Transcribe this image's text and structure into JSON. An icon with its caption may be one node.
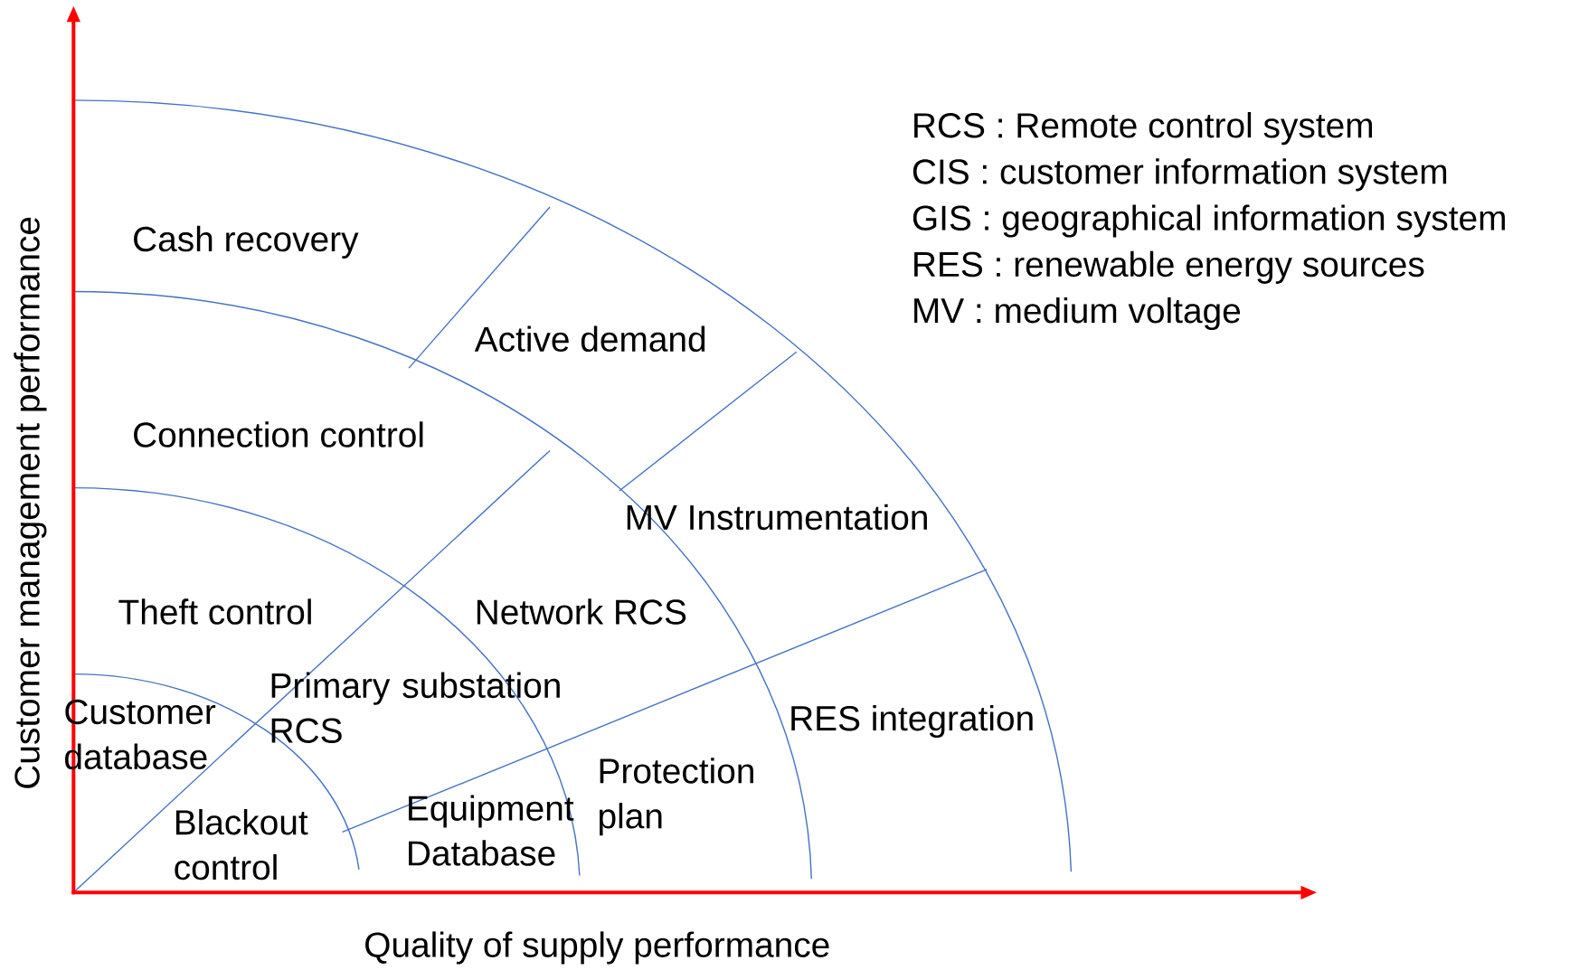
{
  "diagram": {
    "labels": [
      "RCS : Remote control system",
      "CIS : customer information system",
      "GIS : geographical information system",
      "RES : renewable energy sources",
      "MV : medium voltage",
      "Cash recovery",
      "Active demand",
      "Connection control",
      "MV Instrumentation",
      "Theft control",
      "Network RCS",
      "Primary substation RCS",
      "Customer database",
      "RES integration",
      "Protection plan",
      "Equipment Database",
      "Blackout control",
      "Customer management performance",
      "Quality of supply performance"
    ]
  }
}
